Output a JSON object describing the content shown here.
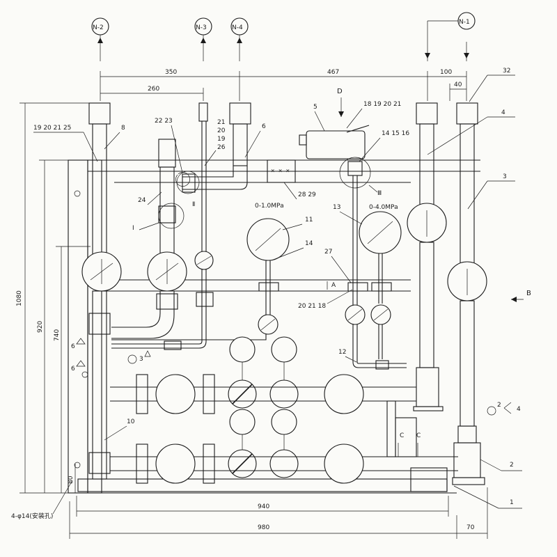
{
  "nozzles": {
    "n2": "N-2",
    "n3": "N-3",
    "n4": "N-4",
    "n1": "N-1"
  },
  "dims": {
    "d350": "350",
    "d467": "467",
    "d100": "100",
    "d260": "260",
    "d40": "40",
    "d1080": "1080",
    "d920": "920",
    "d740": "740",
    "d80": "80",
    "d940": "940",
    "d980": "980",
    "d70": "70"
  },
  "callouts": {
    "c32": "32",
    "c4": "4",
    "c3": "3",
    "c8": "8",
    "c6": "6",
    "c5": "5",
    "c24": "24",
    "c11": "11",
    "c14": "14",
    "c13": "13",
    "c27": "27",
    "c12": "12",
    "c10": "10",
    "c2": "2",
    "c1": "1",
    "c19202125": "19 20 21 25",
    "c2223": "22 23",
    "c21": "21",
    "c20": "20",
    "c19": "19",
    "c26": "26",
    "c18192021": "18 19 20 21",
    "c141516": "14 15 16",
    "c2829": "28 29",
    "c202118": "20 21 18",
    "c6a": "6",
    "c6b": "6",
    "c3b": "3",
    "c2b": "2",
    "c4b": "4"
  },
  "views": {
    "D": "D",
    "B": "B",
    "A": "A",
    "C1": "C",
    "C2": "C"
  },
  "details": {
    "I": "Ⅰ",
    "II": "Ⅱ",
    "III": "Ⅲ"
  },
  "gauges": {
    "low": "0-1.0MPa",
    "high": "0-4.0MPa"
  },
  "holes": "4-φ14(安装孔)"
}
